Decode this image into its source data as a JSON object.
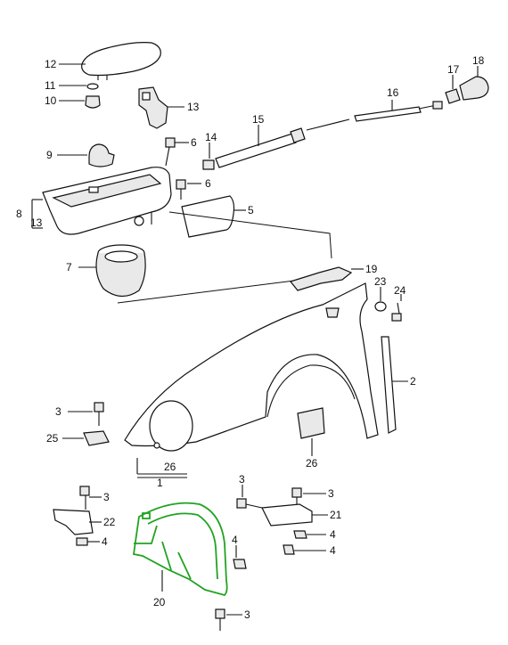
{
  "labels": {
    "l12": "12",
    "l11": "11",
    "l10": "10",
    "l13a": "13",
    "l9": "9",
    "l6a": "6",
    "l14": "14",
    "l15": "15",
    "l16": "16",
    "l17": "17",
    "l18": "18",
    "l6b": "6",
    "l8": "8",
    "l13b": "13",
    "l5": "5",
    "l7": "7",
    "l19": "19",
    "l23": "23",
    "l24": "24",
    "l2": "2",
    "l3a": "3",
    "l25": "25",
    "l26a": "26",
    "l1": "1",
    "l26b": "26",
    "l3b": "3",
    "l3c": "3",
    "l3d": "3",
    "l22": "22",
    "l21": "21",
    "l4a": "4",
    "l4b": "4",
    "l4c": "4",
    "l4d": "4",
    "l20": "20",
    "l3e": "3"
  },
  "colors": {
    "highlight": "#21a321",
    "line": "#111111"
  }
}
